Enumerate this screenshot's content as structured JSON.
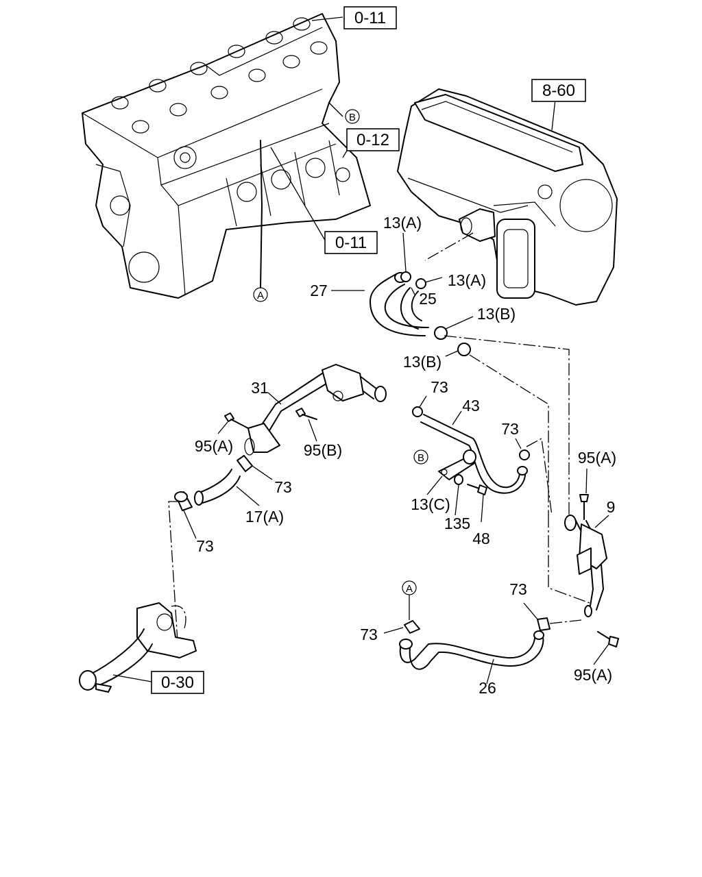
{
  "reference_boxes": {
    "ref_0_11_top": "0-11",
    "ref_8_60": "8-60",
    "ref_0_12": "0-12",
    "ref_0_11_mid": "0-11",
    "ref_0_30": "0-30"
  },
  "circle_markers": {
    "marker_b_engine": "B",
    "marker_a_engine": "A",
    "marker_b_clamp": "B",
    "marker_a_hose": "A"
  },
  "callouts": {
    "p13a_upper": "13(A)",
    "p13a_lower": "13(A)",
    "p27": "27",
    "p25": "25",
    "p13b_upper": "13(B)",
    "p13b_lower": "13(B)",
    "p31": "31",
    "p73_a": "73",
    "p43": "43",
    "p73_b": "73",
    "p95a_left": "95(A)",
    "p95b": "95(B)",
    "p95a_right": "95(A)",
    "p9": "9",
    "p73_c": "73",
    "p17a": "17(A)",
    "p13c": "13(C)",
    "p135": "135",
    "p48": "48",
    "p73_d": "73",
    "p73_e": "73",
    "p73_f": "73",
    "p26": "26",
    "p95a_bottom": "95(A)"
  }
}
